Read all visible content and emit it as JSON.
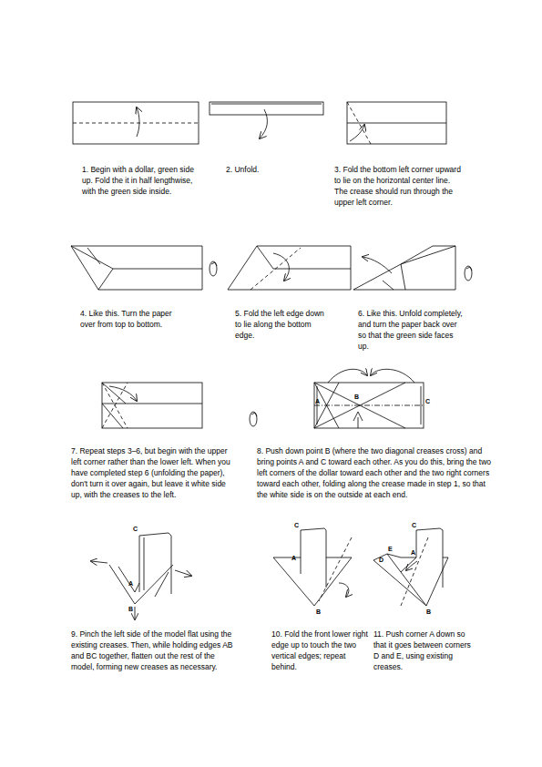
{
  "diagram": {
    "labels": [
      "1. Begin with a dollar, green side up. Fold the it in half lengthwise, with the green side inside.",
      "2. Unfold.",
      "3. Fold the bottom left corner upward to lie on the horizontal center line. The crease should run through the upper left corner.",
      "4. Like this. Turn the paper over from top to bottom.",
      "5. Fold the left edge down to lie along the bottom edge.",
      "6. Like this. Unfold completely, and turn the paper back over so that the green side faces up.",
      "7. Repeat steps 3–6, but begin with the upper left corner rather than the lower left. When you have completed step 6 (unfolding the paper), don't turn it over again, but leave it white side up, with the creases to the left.",
      "A",
      "B",
      "C",
      "8. Push down point B (where the two diagonal creases cross) and bring points A and C toward each other. As you do this, bring the two left corners of the dollar toward each other and the two right corners toward each other, folding along the crease made in step 1, so that the white side is on the outside at each end.",
      "C",
      "A",
      "B",
      "9. Pinch the left side of the model flat using the existing creases. Then, while holding edges AB and BC together, flatten out the rest of the model, forming new creases as necessary.",
      "C",
      "A",
      "B",
      "10. Fold the front lower right edge up to touch the two vertical edges; repeat behind.",
      "C",
      "E",
      "D",
      "A",
      "B",
      "11. Push corner A down so that it goes between corners D and E, using existing creases."
    ]
  }
}
